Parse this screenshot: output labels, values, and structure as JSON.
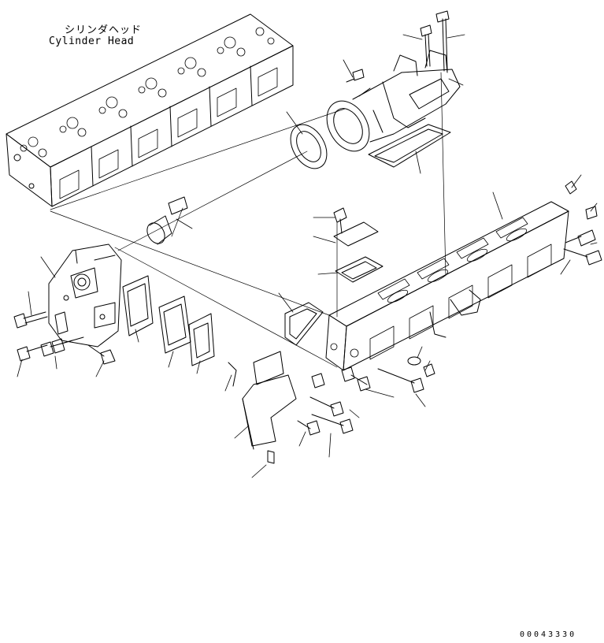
{
  "labels": {
    "cylinder_head_jp": "シリンダヘッド",
    "cylinder_head_en": "Cylinder Head"
  },
  "drawing_number": "00043330",
  "colors": {
    "ink": "#000000",
    "paper": "#ffffff"
  }
}
